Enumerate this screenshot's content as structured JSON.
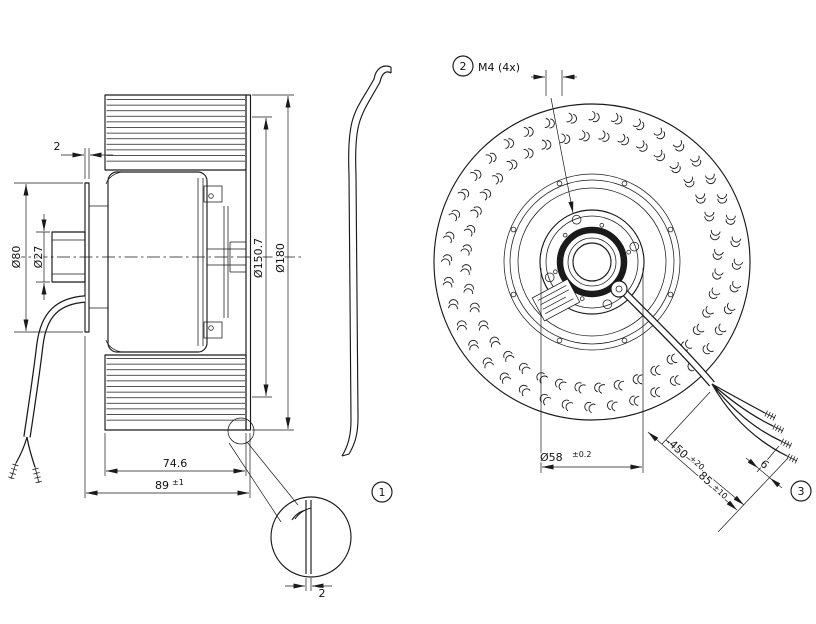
{
  "side_view": {
    "dim_gap": "2",
    "dim_flange_dia": "Ø80",
    "dim_boss_dia": "Ø27",
    "dim_blade_inner_dia": "Ø150.7",
    "dim_outer_dia": "Ø180",
    "dim_impeller_width": "74.6",
    "dim_total_width": "89",
    "dim_total_width_tol": "±1"
  },
  "inlet_view": {
    "balloon": "1"
  },
  "detail_view": {
    "dim_wall": "2"
  },
  "front_view": {
    "balloon": "2",
    "screw_callout": "M4 (4x)",
    "dim_hub_dia": "Ø58",
    "dim_hub_dia_tol": "±0.2",
    "dim_cable_length": "450",
    "dim_cable_length_tol": "+20",
    "dim_strip_length": "85",
    "dim_strip_length_tol": "±10",
    "dim_tip_length": "6",
    "balloon_cable": "3"
  }
}
